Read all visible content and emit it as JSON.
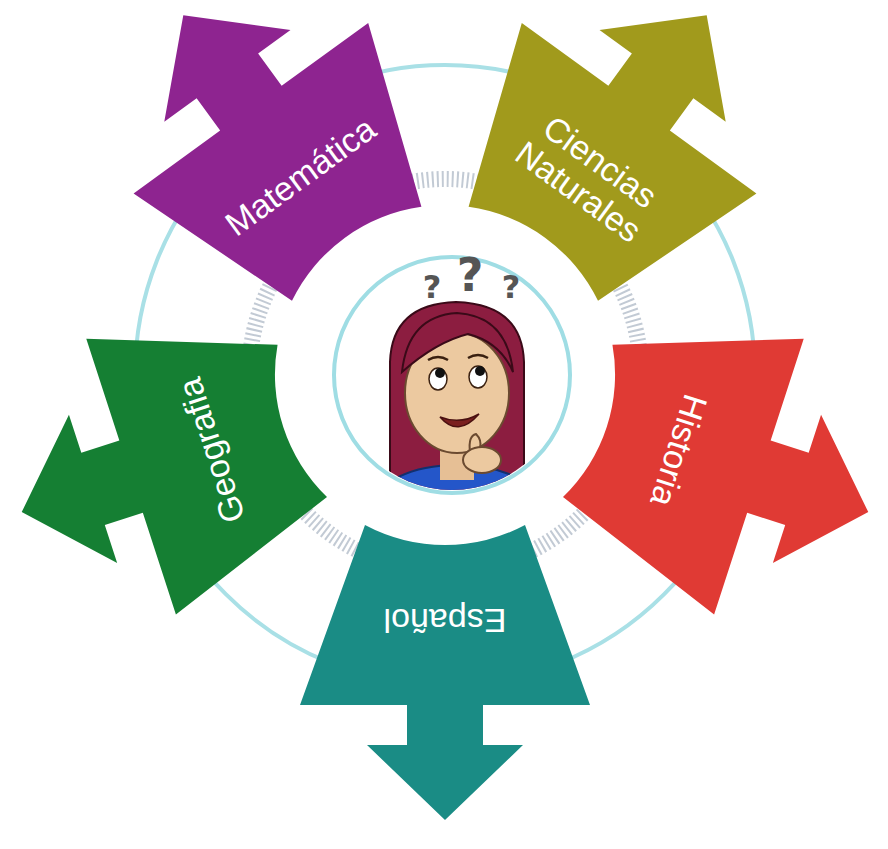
{
  "diagram": {
    "nodes": [
      {
        "text": [
          "Matemática"
        ]
      },
      {
        "text": [
          "Ciencias Naturales"
        ]
      },
      {
        "text": [
          "Historia"
        ]
      },
      {
        "text": [
          "Español"
        ]
      },
      {
        "text": [
          "Geografia"
        ]
      }
    ],
    "labels": [
      "?",
      "?",
      "?"
    ]
  }
}
